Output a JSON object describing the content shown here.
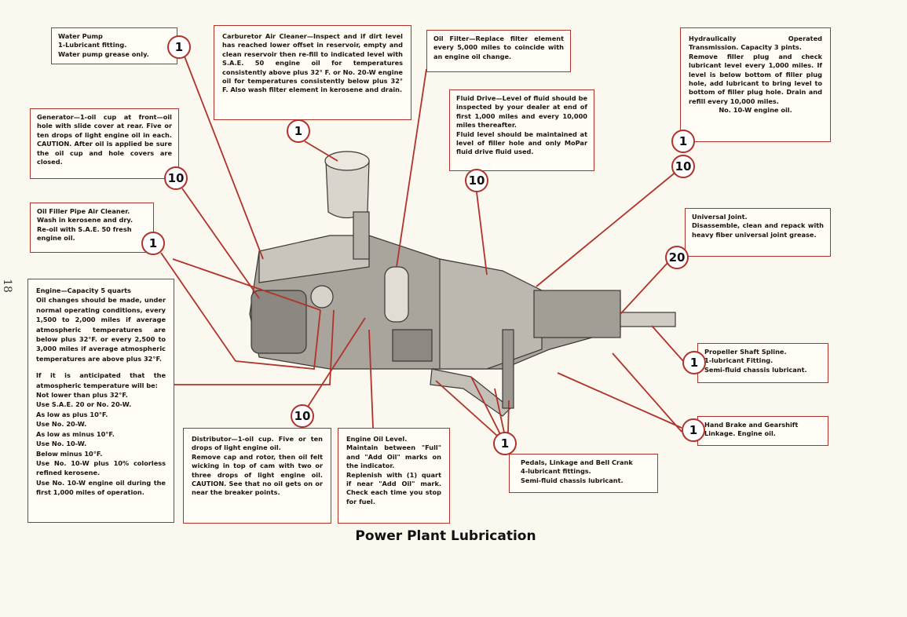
{
  "page_number": "18",
  "title": "Power Plant Lubrication",
  "callouts": {
    "water_pump": {
      "badge": "1",
      "lines": [
        "Water Pump",
        "1-Lubricant fitting.",
        "Water pump grease only."
      ]
    },
    "carburetor": {
      "badge": "1",
      "text": "Carburetor Air Cleaner—Inspect and if dirt level has reached lower offset in reservoir, empty and clean reservoir then re-fill to indicated level with S.A.E. 50 engine oil for temperatures consistently above plus 32° F. or No. 20-W engine oil for temperatures consistently below plus 32° F. Also wash filter element in kerosene and drain."
    },
    "oil_filter": {
      "text": "Oil Filter—Replace filter element every 5,000 miles to coincide with an engine oil change."
    },
    "transmission": {
      "badge": "1",
      "text1": "Hydraulically Operated Transmission. Capacity 3 pints.",
      "text2": "Remove filler plug and check lubricant level every 1,000 miles. If level is below bottom of filler plug hole, add lubricant to bring level to bottom of filler plug hole. Drain and refill every 10,000 miles.",
      "text3": "No. 10-W engine oil."
    },
    "transmission_badge_2": "10",
    "fluid_drive": {
      "badge": "10",
      "text1": "Fluid Drive—Level of fluid should be inspected by your dealer at end of first 1,000 miles and every 10,000 miles thereafter.",
      "text2": "Fluid level should be maintained at level of filler hole and only MoPar fluid drive fluid used."
    },
    "generator": {
      "badge": "10",
      "text": "Generator—1-oil cup at front—oil hole with slide cover at rear. Five or ten drops of light engine oil in each. CAUTION. After oil is applied be sure the oil cup and hole covers are closed."
    },
    "oil_filler": {
      "badge": "1",
      "text": "Oil Filler Pipe Air Cleaner. Wash in kerosene and dry. Re-oil with S.A.E. 50 fresh engine oil."
    },
    "universal_joint": {
      "badge": "20",
      "text1": "Universal Joint.",
      "text2": "Disassemble, clean and repack with heavy fiber universal joint grease."
    },
    "engine": {
      "text1": "Engine—Capacity 5 quarts",
      "text2": "Oil changes should be made, under normal operating conditions, every 1,500 to 2,000 miles if average atmospheric temperatures are below plus 32°F. or every 2,500 to 3,000 miles if average atmospheric temperatures are above plus 32°F.",
      "text3": "If it is anticipated that the atmospheric temperature will be:",
      "rules": [
        "Not lower than plus 32°F.",
        "Use S.A.E. 20 or No. 20-W.",
        "As low as plus 10°F.",
        "Use No. 20-W.",
        "As low as minus 10°F.",
        "Use No. 10-W.",
        "Below minus 10°F.",
        "Use No. 10-W plus 10% colorless refined kerosene.",
        "Use No. 10-W engine oil during the first 1,000 miles of operation."
      ]
    },
    "propeller": {
      "badge": "1",
      "lines": [
        "Propeller Shaft Spline.",
        "1-lubricant Fitting.",
        "Semi-fluid chassis lubricant."
      ]
    },
    "hand_brake": {
      "badge": "1",
      "text": "Hand Brake and Gearshift Linkage. Engine oil."
    },
    "distributor": {
      "badge": "10",
      "text1": "Distributor—1-oil cup. Five or ten drops of light engine oil.",
      "text2": "Remove cap and rotor, then oil felt wicking in top of cam with two or three drops of light engine oil. CAUTION. See that no oil gets on or near the breaker points."
    },
    "engine_oil_level": {
      "lines": [
        "Engine Oil Level.",
        "Maintain between \"Full\" and \"Add Oil\" marks on the indicator.",
        "Replenish with (1) quart if near \"Add Oil\" mark. Check each time you stop for fuel."
      ]
    },
    "pedals": {
      "badge": "1",
      "lines": [
        "Pedals, Linkage and Bell Crank",
        "4-lubricant fittings.",
        "Semi-fluid chassis lubricant."
      ]
    }
  },
  "colors": {
    "border": "#b0332b",
    "paper": "#fbf8ef"
  }
}
